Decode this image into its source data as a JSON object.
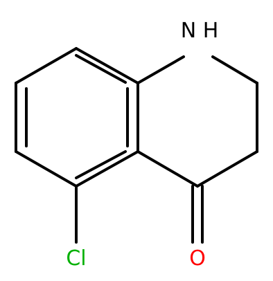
{
  "molecule": {
    "atoms": {
      "nh": {
        "label": "N",
        "h": "H",
        "color": "#000000"
      },
      "cl": {
        "label": "Cl",
        "color": "#00b000"
      },
      "o": {
        "label": "O",
        "color": "#ff0000"
      }
    }
  }
}
